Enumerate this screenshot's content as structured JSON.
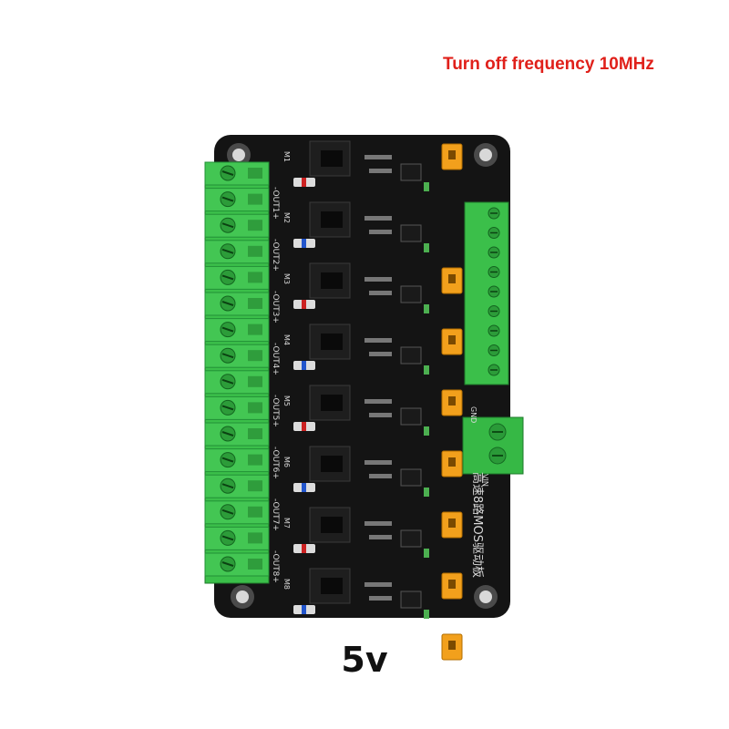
{
  "header": {
    "note": "Turn off frequency 10MHz",
    "note_color": "#e0201a"
  },
  "caption": {
    "voltage": "5v"
  },
  "board": {
    "pcb_title": "高速8路MOS驱动板",
    "output_labels": [
      "-OUT1+",
      "-OUT2+",
      "-OUT3+",
      "-OUT4+",
      "-OUT5+",
      "-OUT6+",
      "-OUT7+",
      "-OUT8+"
    ],
    "mosfet_labels": [
      "M1",
      "M2",
      "M3",
      "M4",
      "M5",
      "M6",
      "M7",
      "M8"
    ],
    "power_labels": [
      "GND",
      "VIN"
    ],
    "colors": {
      "pcb": "#141414",
      "terminal": "#3bbf4a",
      "jumper": "#f2a01c",
      "silkscreen": "#d9d9d9"
    }
  }
}
